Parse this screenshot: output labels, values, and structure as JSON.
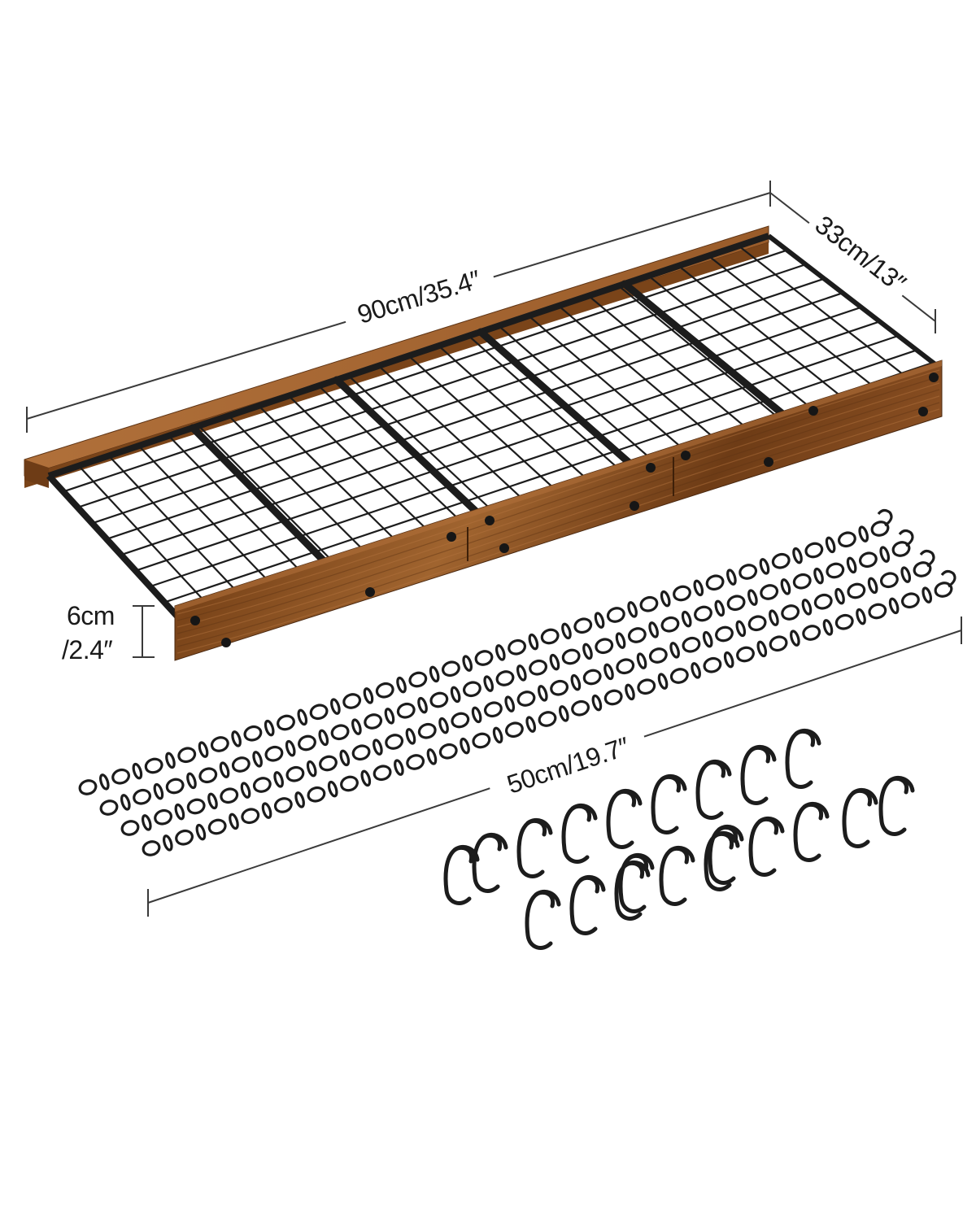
{
  "dimensions": {
    "length": "90cm/35.4″",
    "depth": "33cm/13″",
    "height_cm": "6cm",
    "height_in": "/2.4″",
    "chain_length": "50cm/19.7″"
  },
  "parts": {
    "chain_count": 4,
    "hook_count": 20
  },
  "colors": {
    "wood": "#8a5024",
    "wood_dark": "#5e3415",
    "metal": "#1c1c1c",
    "line": "#3a3a3a"
  }
}
